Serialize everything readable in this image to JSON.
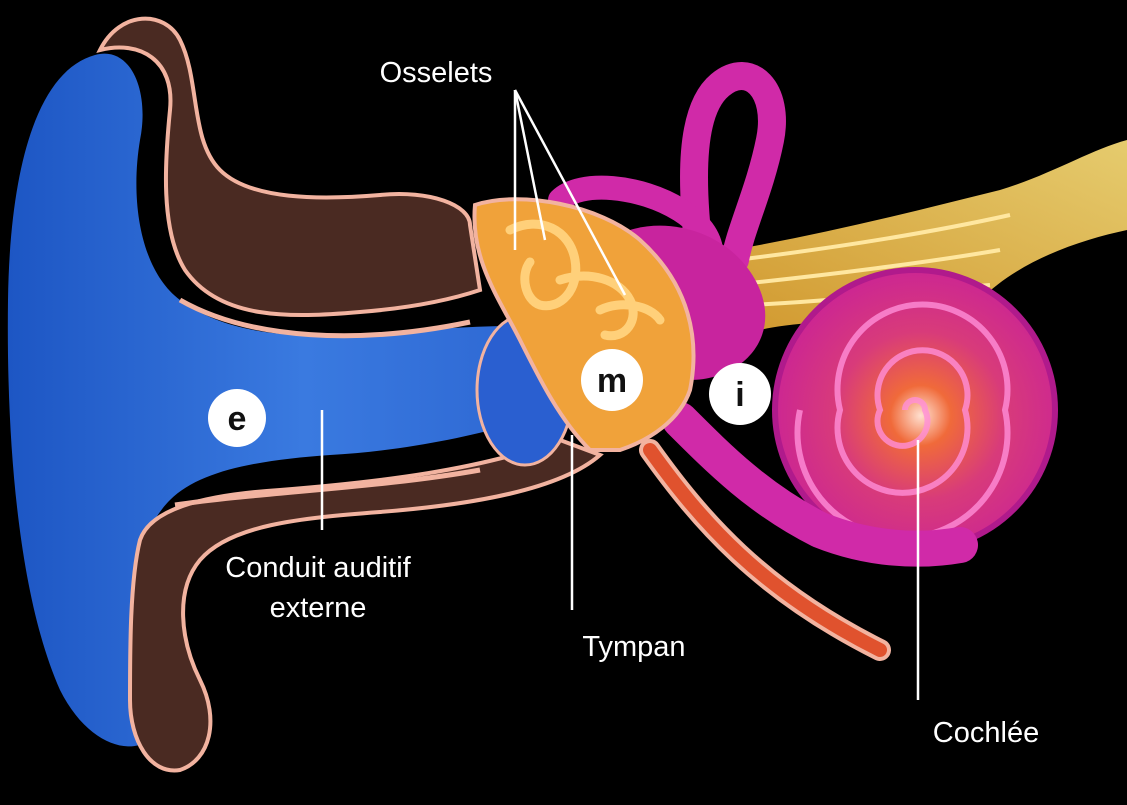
{
  "labels": {
    "osselets": "Osselets",
    "conduit_line1": "Conduit auditif",
    "conduit_line2": "externe",
    "tympan": "Tympan",
    "cochlee": "Cochlée"
  },
  "badges": {
    "external": "e",
    "middle": "m",
    "inner": "i"
  },
  "colors": {
    "background": "#000000",
    "outer_ear": "#2f6fd6",
    "tissue": "#4a2a22",
    "skin_outline": "#f2b3a0",
    "ossicles": "#f0a23a",
    "inner_ear": "#d02aa8",
    "cochlea_core": "#e8432a",
    "nerve": "#f7c84a",
    "tube": "#e0522e",
    "label_text": "#ffffff"
  }
}
